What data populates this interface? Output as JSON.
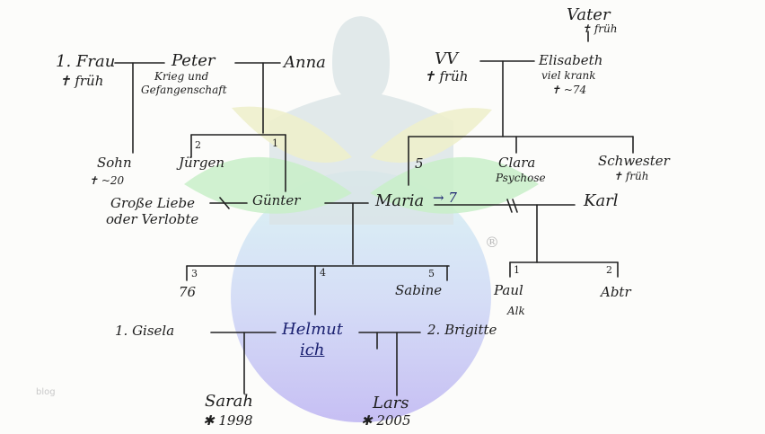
{
  "diagram": {
    "top": {
      "father": "Vater",
      "father_note": "✝ früh",
      "wife1": "1. Frau",
      "wife1_note": "✝ früh",
      "peter": "Peter",
      "peter_note1": "Krieg und",
      "peter_note2": "Gefangenschaft",
      "anna": "Anna",
      "vv": "VV",
      "vv_note": "✝ früh",
      "elisabeth": "Elisabeth",
      "elisabeth_note1": "viel krank",
      "elisabeth_note2": "✝ ~74"
    },
    "middle": {
      "sohn": "Sohn",
      "sohn_note": "✝ ~20",
      "juergen": "Jürgen",
      "juergen_num": "2",
      "guenter_num": "1",
      "maria_num": "5",
      "clara": "Clara",
      "clara_note": "Psychose",
      "schwester": "Schwester",
      "schwester_note": "✝ früh",
      "grosse_liebe1": "Große Liebe",
      "grosse_liebe2": "oder Verlobte",
      "guenter": "Günter",
      "maria": "Maria",
      "maria_arrow": "→ 7",
      "karl": "Karl"
    },
    "children": {
      "n3": "3",
      "n76": "76",
      "n4": "4",
      "n5": "5",
      "sabine": "Sabine",
      "n1": "1",
      "n2": "2",
      "paul": "Paul",
      "paul_note": "Alk",
      "abtr": "Abtr"
    },
    "bottom": {
      "gisela": "1. Gisela",
      "helmut": "Helmut",
      "ich": "ich",
      "brigitte": "2. Brigitte",
      "sarah": "Sarah",
      "sarah_born": "✱ 1998",
      "lars": "Lars",
      "lars_born": "✱ 2005"
    },
    "watermark": "blog",
    "registered": "®"
  }
}
